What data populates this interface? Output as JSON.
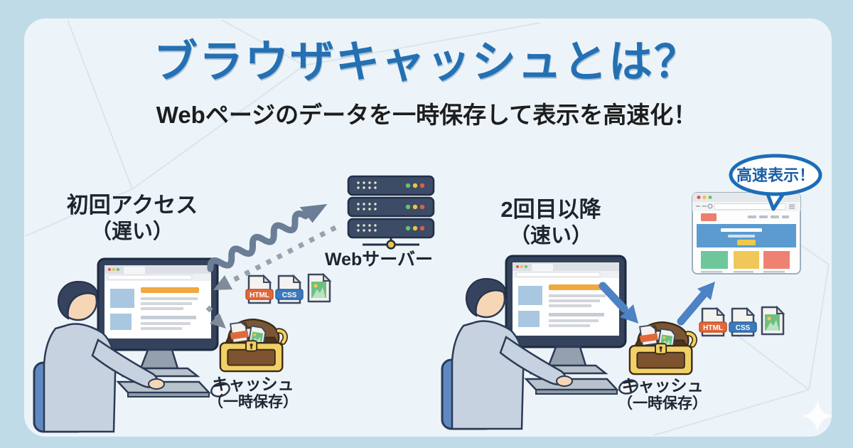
{
  "title": "ブラウザキャッシュとは？",
  "subtitle": "Webページのデータを一時保存して表示を高速化！",
  "left_scene": {
    "heading": "初回アクセス",
    "condition": "（遅い）",
    "server_label": "Webサーバー",
    "cache_label": "キャッシュ",
    "cache_note": "（一時保存）"
  },
  "right_scene": {
    "heading": "2回目以降",
    "condition": "（速い）",
    "cache_label": "キャッシュ",
    "cache_note": "（一時保存）",
    "speech_bubble": "高速表示！"
  },
  "file_icons": {
    "html_label": "HTML",
    "css_label": "CSS",
    "image_icon_name": "image-file-icon"
  },
  "icons": [
    "web-server-icon",
    "treasure-chest-icon",
    "wavy-arrow-icon",
    "dotted-arrow-icon",
    "blue-arrow-icon",
    "speech-bubble",
    "browser-window"
  ],
  "colors": {
    "title_blue": "#2470b3",
    "page_bg": "#bfdbe8",
    "card_bg": "#edf4f9",
    "slate_arrow": "#6b7e96",
    "blue_arrow": "#4d82c4",
    "html_orange": "#e0693c",
    "css_blue": "#3a7abd",
    "chest_gold": "#f1d166",
    "chest_brown": "#7d5330",
    "server_navy": "#3c4b66"
  }
}
